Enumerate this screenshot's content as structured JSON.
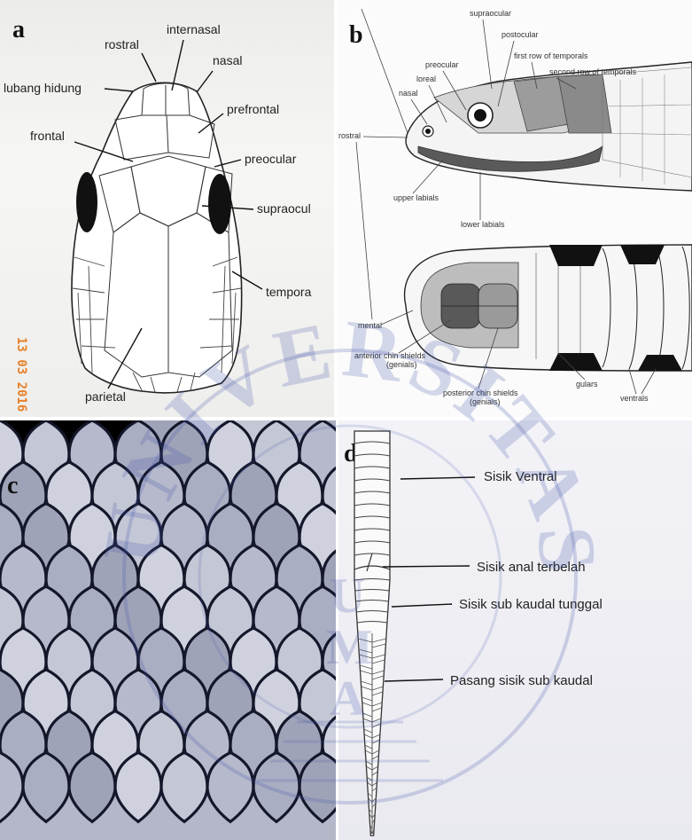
{
  "panel_a": {
    "letter": "a",
    "labels": {
      "rostral": "rostral",
      "internasal": "internasal",
      "nasal": "nasal",
      "lubang_hidung": "lubang hidung",
      "prefrontal": "prefrontal",
      "frontal": "frontal",
      "preocular": "preocular",
      "supraocul": "supraocul",
      "tempora": "tempora",
      "parietal": "parietal"
    },
    "date_stamp": "13 03 2016"
  },
  "panel_b": {
    "letter": "b",
    "labels": {
      "supraocular": "supraocular",
      "postocular": "postocular",
      "first_row_temporals": "first row of temporals",
      "second_row_temporals": "second row of temporals",
      "preocular": "preocular",
      "loreal": "loreal",
      "nasal": "nasal",
      "rostral": "rostral",
      "upper_labials": "upper labials",
      "lower_labials": "lower labials",
      "mental": "mental",
      "anterior_chin_1": "anterior chin shields",
      "anterior_chin_2": "(genials)",
      "posterior_chin_1": "posterior chin shields",
      "posterior_chin_2": "(genials)",
      "gulars": "gulars",
      "ventrals": "ventrals"
    }
  },
  "panel_c": {
    "letter": "c"
  },
  "panel_d": {
    "letter": "d",
    "labels": {
      "sisik_ventral": "Sisik Ventral",
      "sisik_anal": "Sisik anal terbelah",
      "sisik_sub_tunggal": "Sisik sub kaudal tunggal",
      "pasang_sisik": "Pasang sisik sub kaudal"
    }
  },
  "watermark": {
    "text": "UNIVERSITAS",
    "letters": [
      "U",
      "M",
      "A"
    ]
  }
}
